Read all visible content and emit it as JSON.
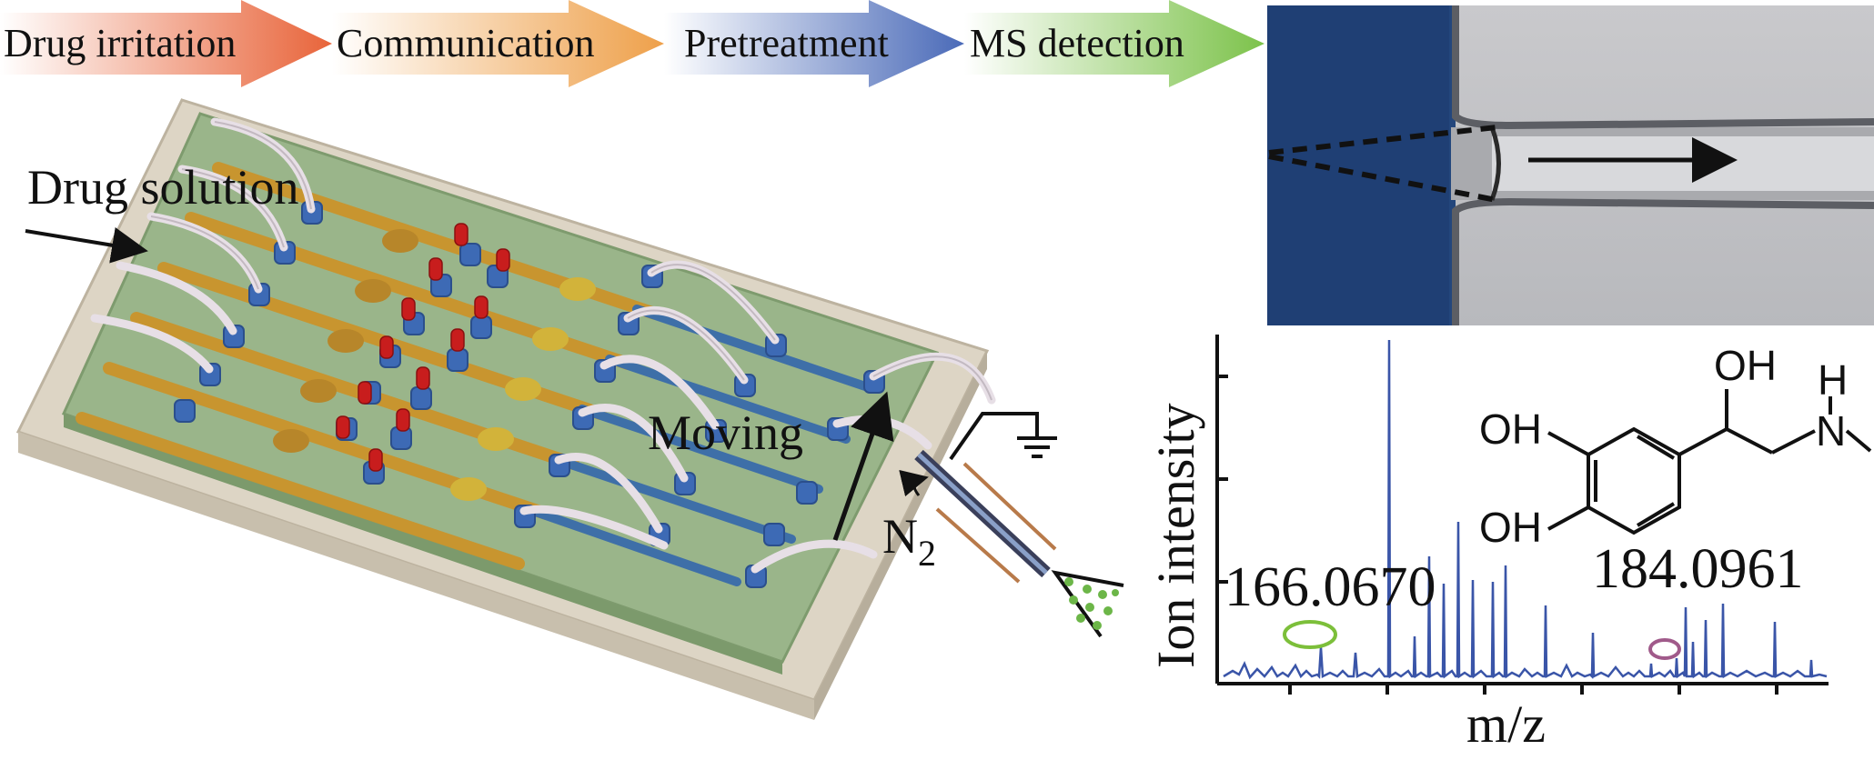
{
  "workflow": {
    "steps": [
      {
        "label": "Drug irritation",
        "color": "#e8643a"
      },
      {
        "label": "Communication",
        "color": "#eea04a"
      },
      {
        "label": "Pretreatment",
        "color": "#4a6ab8"
      },
      {
        "label": "MS detection",
        "color": "#7cc24a"
      }
    ]
  },
  "chip": {
    "inlet_label": "Drug solution",
    "moving_label": "Moving",
    "gas_label": "N",
    "gas_subscript": "2"
  },
  "spectrum": {
    "y_label": "Ion intensity",
    "x_label": "m/z",
    "peak_labels": [
      "166.0670",
      "184.0961"
    ],
    "molecule_atoms": [
      "OH",
      "H",
      "N",
      "OH",
      "OH"
    ],
    "line_color": "#3a55a8"
  }
}
